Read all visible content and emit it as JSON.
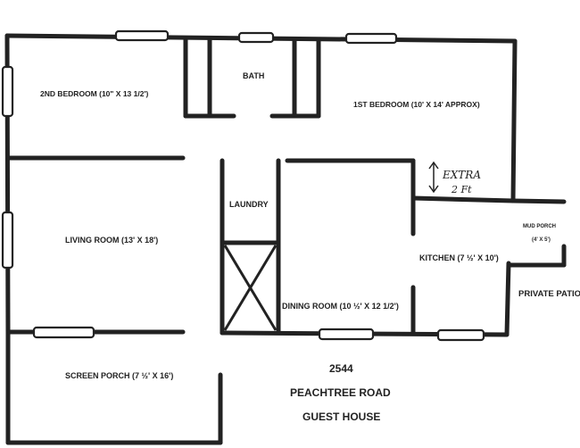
{
  "rooms": {
    "bedroom2_label": "2ND BEDROOM (10\" X 13 1/2')",
    "bath_label": "BATH",
    "bedroom1_label": "1ST BEDROOM (10' X 14' APPROX)",
    "laundry_label": "LAUNDRY",
    "living_label": "LIVING ROOM (13' X 18')",
    "kitchen_label": "KITCHEN (7 ½' X 10')",
    "mudporch_label": "MUD PORCH",
    "mudporch_size": "(4' X 5')",
    "dining_label": "DINING ROOM (10 ½' X 12 1/2')",
    "patio_label": "PRIVATE PATIO",
    "screenporch_label": "SCREEN PORCH (7 ½' X 16')"
  },
  "annotation": {
    "line1": "EXTRA",
    "line2": "2 Ft"
  },
  "address": {
    "number": "2544",
    "street": "PEACHTREE ROAD",
    "name": "GUEST HOUSE"
  }
}
